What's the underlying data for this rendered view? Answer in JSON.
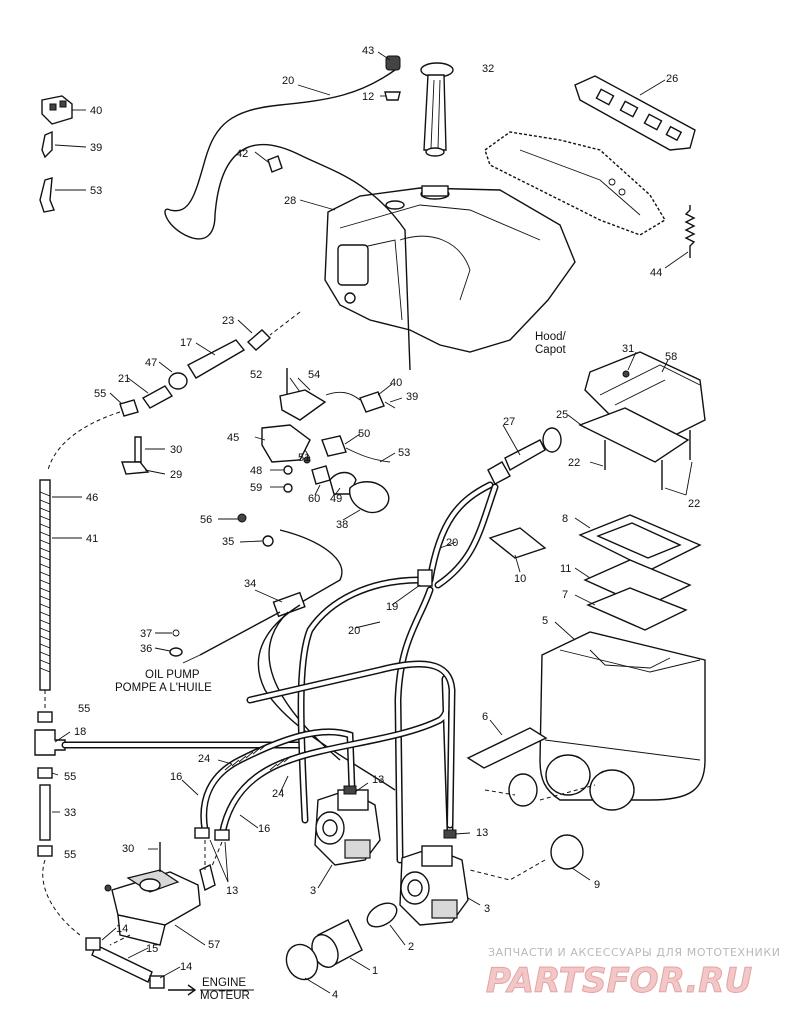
{
  "labels": {
    "hood": "Hood/\nCapot",
    "oil_pump": "OIL PUMP\nPOMPE A L'HUILE",
    "engine": "ENGINE\nMOTEUR"
  },
  "callouts": [
    "1",
    "2",
    "3",
    "3",
    "4",
    "5",
    "6",
    "7",
    "8",
    "9",
    "10",
    "11",
    "12",
    "13",
    "13",
    "13",
    "14",
    "14",
    "15",
    "16",
    "16",
    "17",
    "18",
    "19",
    "20",
    "20",
    "20",
    "21",
    "22",
    "22",
    "23",
    "24",
    "24",
    "25",
    "26",
    "27",
    "28",
    "29",
    "30",
    "30",
    "31",
    "32",
    "33",
    "34",
    "35",
    "36",
    "37",
    "38",
    "39",
    "39",
    "40",
    "40",
    "41",
    "42",
    "43",
    "44",
    "45",
    "46",
    "47",
    "48",
    "49",
    "50",
    "51",
    "52",
    "53",
    "53",
    "54",
    "55",
    "55",
    "55",
    "55",
    "56",
    "57",
    "58",
    "59",
    "60"
  ],
  "watermark": {
    "caption": "ЗАПЧАСТИ И АКСЕССУАРЫ ДЛЯ МОТОТЕХНИКИ",
    "brand": "PARTSFOR.RU"
  }
}
